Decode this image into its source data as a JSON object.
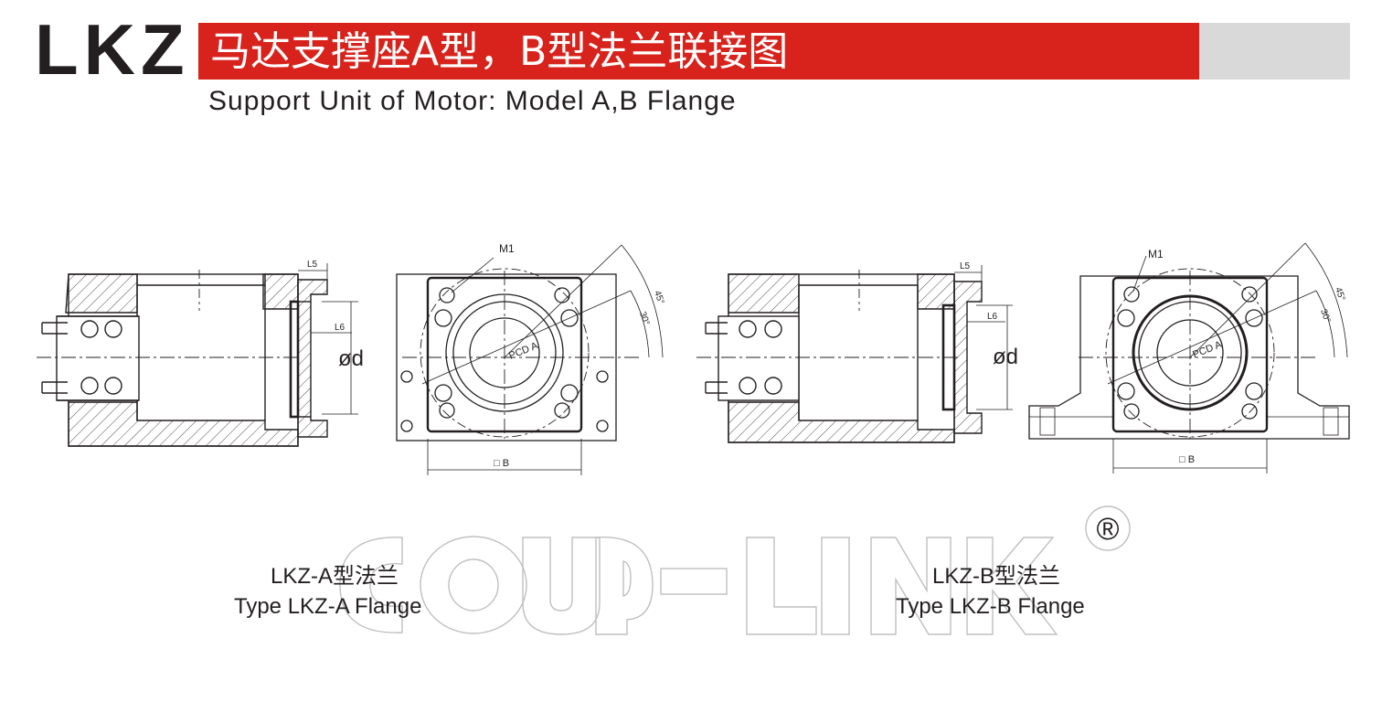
{
  "header": {
    "code": "LKZ",
    "title_cn": "马达支撑座A型，B型法兰联接图",
    "title_en": "Support Unit of Motor: Model A,B Flange"
  },
  "colors": {
    "accent_red": "#d7231c",
    "accent_grey": "#d9d9d9",
    "ink": "#231f20",
    "watermark": "#bfbfbf"
  },
  "watermark": {
    "text": "COUP-LINK",
    "mark": "®"
  },
  "labels": {
    "L5": "L5",
    "L6": "L6",
    "d": "ød",
    "M1": "M1",
    "PCD": "PCD A",
    "angle45": "45°",
    "angle30": "30°",
    "B": "□ B"
  },
  "captions": {
    "a_cn": "LKZ-A型法兰",
    "a_en": "Type LKZ-A Flange",
    "b_cn": "LKZ-B型法兰",
    "b_en": "Type LKZ-B Flange"
  }
}
